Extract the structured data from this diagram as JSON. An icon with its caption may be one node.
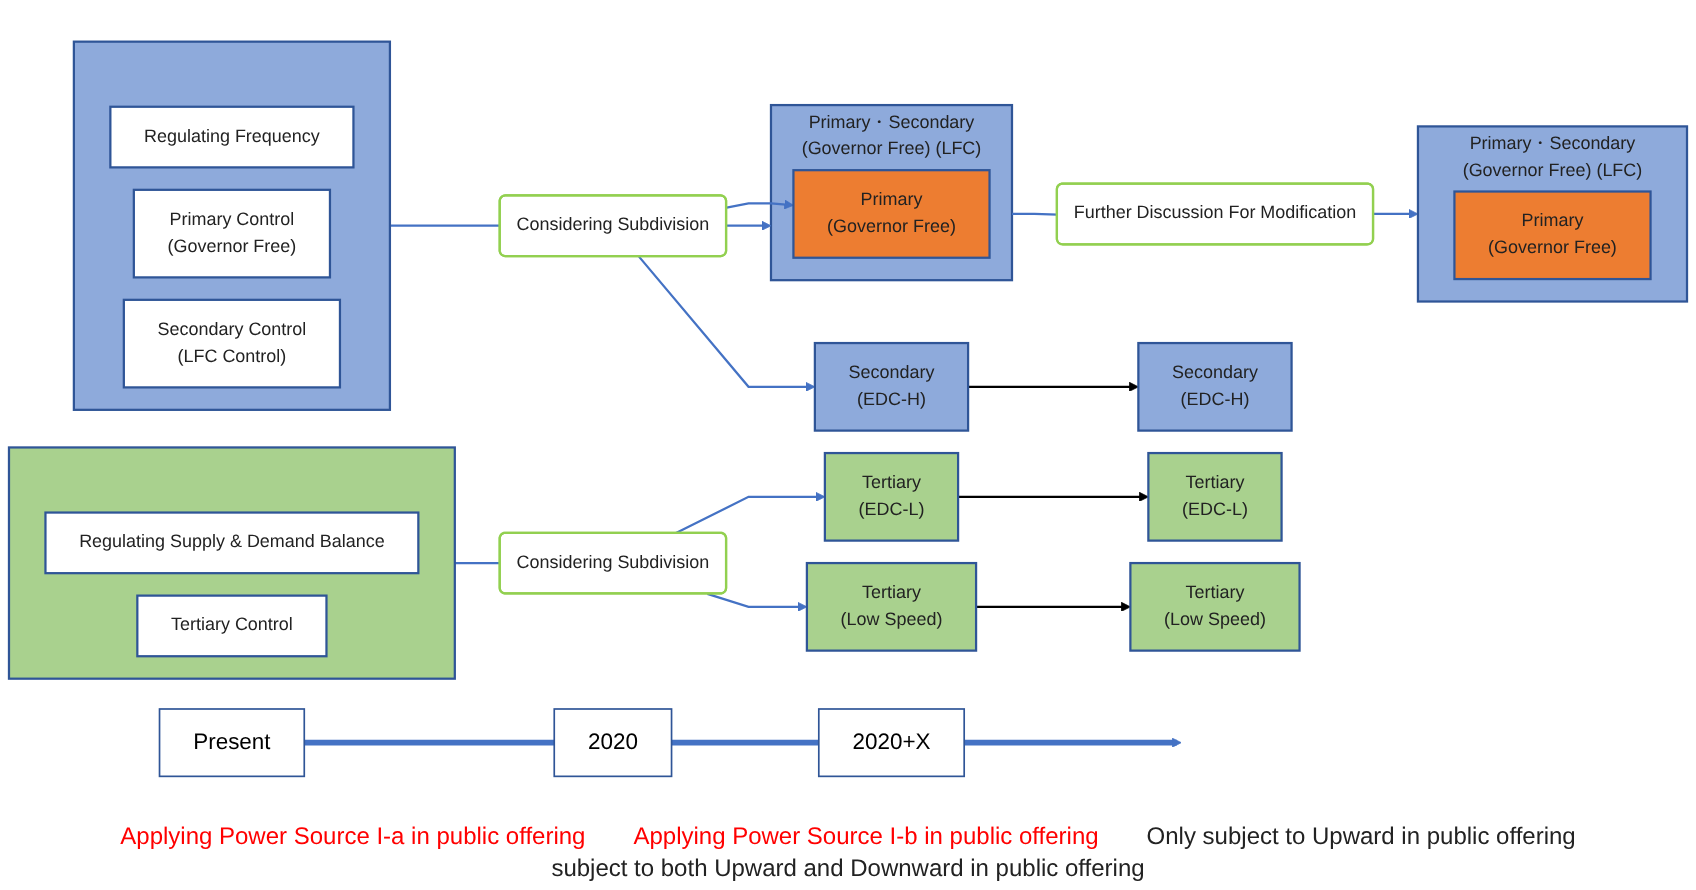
{
  "diagram": {
    "nodes": [
      {
        "text": [
          "Present"
        ]
      },
      {
        "text": [
          "2020"
        ]
      },
      {
        "text": [
          "2020+X"
        ]
      },
      {
        "text": [],
        "shape": "box"
      },
      {
        "text": [
          "Regulating Frequency"
        ],
        "in": 3
      },
      {
        "text": [
          "Primary Control",
          "(Governor Free)"
        ],
        "in": 3
      },
      {
        "text": [
          "Secondary Control",
          "(LFC Control)"
        ],
        "in": 3
      },
      {
        "text": [
          "Considering Subdivision"
        ]
      },
      {
        "text": [
          "Primary・Secondary",
          "(Governor Free) (LFC)"
        ]
      },
      {
        "text": [
          "Primary",
          "(Governor Free)"
        ],
        "in": 8
      },
      {
        "text": [
          "Secondary",
          "(EDC-H)"
        ]
      },
      {
        "text": [
          "Further Discussion For Modification"
        ]
      },
      {
        "text": [
          "Primary・Secondary",
          "(Governor Free) (LFC)"
        ]
      },
      {
        "text": [
          "Primary",
          "(Governor Free)"
        ],
        "in": 12
      },
      {
        "text": [
          "Secondary",
          "(EDC-H)"
        ]
      },
      {
        "text": [],
        "shape": "box"
      },
      {
        "text": [
          "Regulating Supply & Demand Balance"
        ],
        "in": 15
      },
      {
        "text": [
          "Tertiary Control"
        ],
        "in": 15
      },
      {
        "text": [
          "Considering Subdivision"
        ]
      },
      {
        "text": [
          "Tertiary",
          "(EDC-L)"
        ]
      },
      {
        "text": [
          "Tertiary",
          "(Low Speed)"
        ]
      },
      {
        "text": [
          "Tertiary",
          "(EDC-L)"
        ]
      },
      {
        "text": [
          "Tertiary",
          "(Low Speed)"
        ]
      }
    ],
    "edges": [
      {
        "from": 0,
        "to": 1,
        "arrow": "none",
        "style": "thick"
      },
      {
        "from": 1,
        "to": 2,
        "arrow": "none",
        "style": "thick"
      },
      {
        "from": 2,
        "to": null,
        "arrow": "to",
        "style": "thick"
      },
      {
        "from": 3,
        "to": 7,
        "arrow": "none"
      },
      {
        "from": 7,
        "to": 9,
        "arrow": "to"
      },
      {
        "from": 7,
        "to": 8,
        "arrow": "to"
      },
      {
        "from": 7,
        "to": 10,
        "arrow": "to"
      },
      {
        "from": 8,
        "to": 11,
        "arrow": "none"
      },
      {
        "from": 11,
        "to": 12,
        "arrow": "to"
      },
      {
        "from": 10,
        "to": 14,
        "arrow": "to",
        "color": "#000000"
      },
      {
        "from": 15,
        "to": 18,
        "arrow": "none"
      },
      {
        "from": 18,
        "to": 19,
        "arrow": "to"
      },
      {
        "from": 18,
        "to": 20,
        "arrow": "to"
      },
      {
        "from": 19,
        "to": 21,
        "arrow": "to",
        "color": "#000000"
      },
      {
        "from": 20,
        "to": 22,
        "arrow": "to",
        "color": "#000000"
      }
    ],
    "labels": [
      "Applying Power Source I-a in public offering",
      "Applying Power Source I-b in public offering",
      "Only subject to Upward in public offering",
      "subject to both Upward and Downward in public offering"
    ]
  }
}
